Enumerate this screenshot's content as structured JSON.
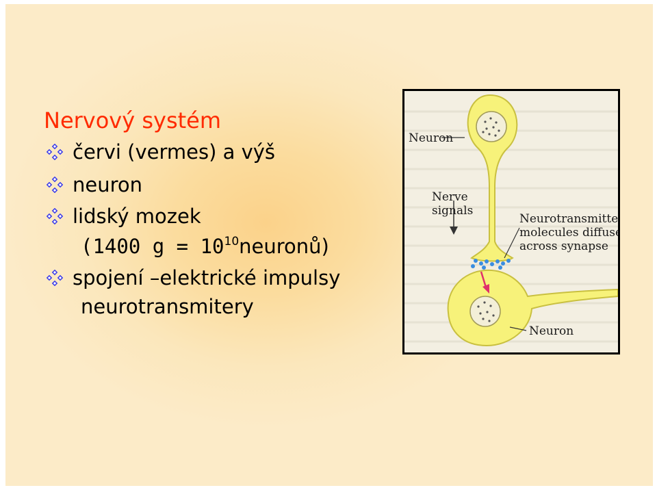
{
  "slide": {
    "title": "Nervový systém",
    "bullets": [
      {
        "icon": "diamond-bullet-icon",
        "text": "červi (vermes) a výš"
      },
      {
        "icon": "diamond-bullet-icon",
        "text": "neuron"
      },
      {
        "icon": "diamond-bullet-icon",
        "text": "lidský mozek"
      }
    ],
    "mass_line": {
      "prefix": "(1400 g = 10",
      "exponent": "10",
      "suffix": "neuronů)"
    },
    "connection_bullet": {
      "icon": "diamond-bullet-icon",
      "text": "spojení –elektrické impulsy"
    },
    "connection_continuation": "neurotransmitery"
  },
  "figure": {
    "labels": {
      "neuron_top": "Neuron",
      "nerve_signals_line1": "Nerve",
      "nerve_signals_line2": "signals",
      "neurotransmitter_line1": "Neurotransmitter",
      "neurotransmitter_line2": "molecules diffuse",
      "neurotransmitter_line3": "across synapse",
      "neuron_bottom": "Neuron"
    },
    "colors": {
      "neuron_fill": "#f7f27a",
      "neuron_stroke": "#c9c040",
      "vesicle": "#3a8de0",
      "arrow": "#e0306a",
      "bullet": "#3b3be8",
      "title": "#ff2a00"
    }
  }
}
